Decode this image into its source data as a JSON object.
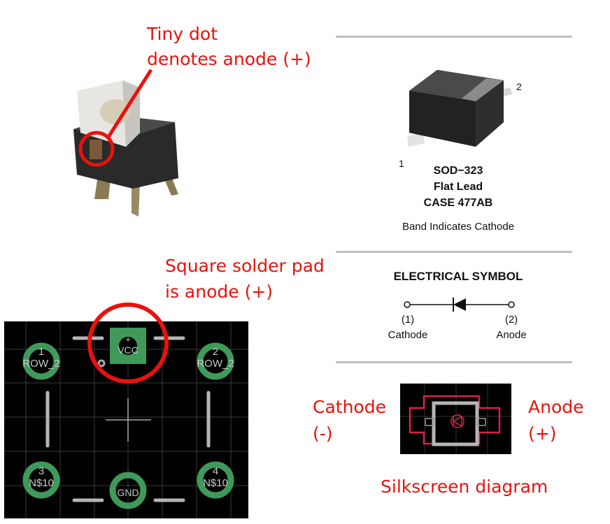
{
  "annotations": {
    "tiny_dot_line1": "Tiny dot",
    "tiny_dot_line2": "denotes anode (+)",
    "square_pad_line1": "Square solder pad",
    "square_pad_line2": "is anode (+)",
    "cathode_label": "Cathode",
    "cathode_sign": "(-)",
    "anode_label": "Anode",
    "anode_sign": "(+)",
    "silkscreen_caption": "Silkscreen diagram"
  },
  "package": {
    "pin1": "1",
    "pin2": "2",
    "name": "SOD−323",
    "lead": "Flat Lead",
    "case": "CASE 477AB",
    "note": "Band Indicates Cathode"
  },
  "symbol": {
    "title": "ELECTRICAL SYMBOL",
    "pin1_num": "(1)",
    "pin1_name": "Cathode",
    "pin2_num": "(2)",
    "pin2_name": "Anode"
  },
  "pcb": {
    "pad1_num": "1",
    "pad1_net": "ROW_2",
    "pad2_num": "2",
    "pad2_net": "ROW_2",
    "pad3_num": "3",
    "pad3_net": "N$10",
    "pad4_num": "4",
    "pad4_net": "N$10",
    "anode_mark": "+",
    "anode_net": "VCC",
    "gnd_net": "GND"
  },
  "colors": {
    "annotation": "#e8120c",
    "pad": "#3f9a5a",
    "silk": "#b5b5b5",
    "outline": "#d8234a"
  }
}
